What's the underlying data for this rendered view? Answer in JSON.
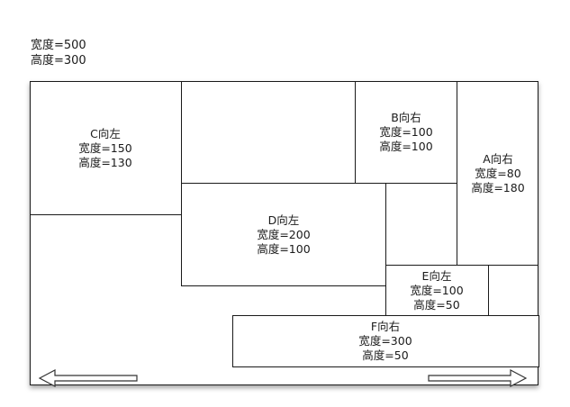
{
  "container": {
    "width_label": "宽度=500",
    "height_label": "高度=300"
  },
  "blocks": {
    "a": {
      "name": "A向右",
      "width_label": "宽度=80",
      "height_label": "高度=180"
    },
    "b": {
      "name": "B向右",
      "width_label": "宽度=100",
      "height_label": "高度=100"
    },
    "c": {
      "name": "C向左",
      "width_label": "宽度=150",
      "height_label": "高度=130"
    },
    "d": {
      "name": "D向左",
      "width_label": "宽度=200",
      "height_label": "高度=100"
    },
    "e": {
      "name": "E向左",
      "width_label": "宽度=100",
      "height_label": "高度=50"
    },
    "f": {
      "name": "F向右",
      "width_label": "宽度=300",
      "height_label": "高度=50"
    }
  },
  "arrows": {
    "left": "left-arrow-icon",
    "right": "right-arrow-icon"
  }
}
